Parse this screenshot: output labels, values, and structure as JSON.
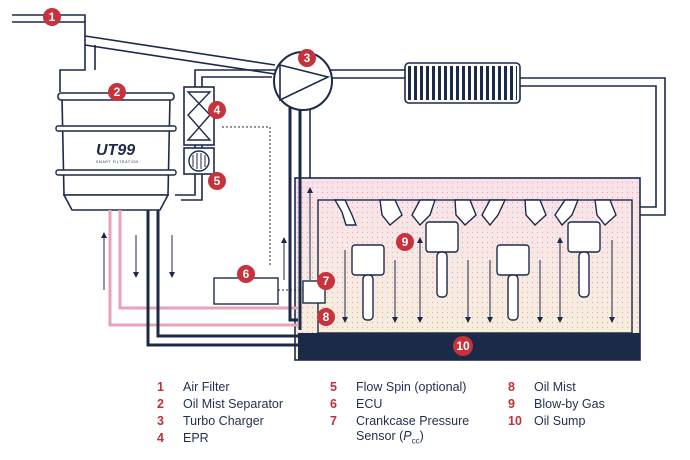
{
  "brand": {
    "logo_text": "UT99",
    "logo_sub": "SMART FILTRATION"
  },
  "colors": {
    "navy": "#1c2a4a",
    "red": "#c8323c",
    "pink": "#f6dce6",
    "cream": "#f7efd8",
    "cooler": "#dfe3ea"
  },
  "components": [
    {
      "number": "1",
      "label": "Air Filter"
    },
    {
      "number": "2",
      "label": "Oil Mist Separator"
    },
    {
      "number": "3",
      "label": "Turbo Charger"
    },
    {
      "number": "4",
      "label": "EPR"
    },
    {
      "number": "5",
      "label": "Flow Spin (optional)"
    },
    {
      "number": "6",
      "label": "ECU"
    },
    {
      "number": "7",
      "label": "Crankcase Pressure Sensor (",
      "symbol": "P",
      "symbol_sub": "cc",
      "suffix": ")"
    },
    {
      "number": "8",
      "label": "Oil Mist"
    },
    {
      "number": "9",
      "label": "Blow-by Gas"
    },
    {
      "number": "10",
      "label": "Oil Sump"
    }
  ]
}
